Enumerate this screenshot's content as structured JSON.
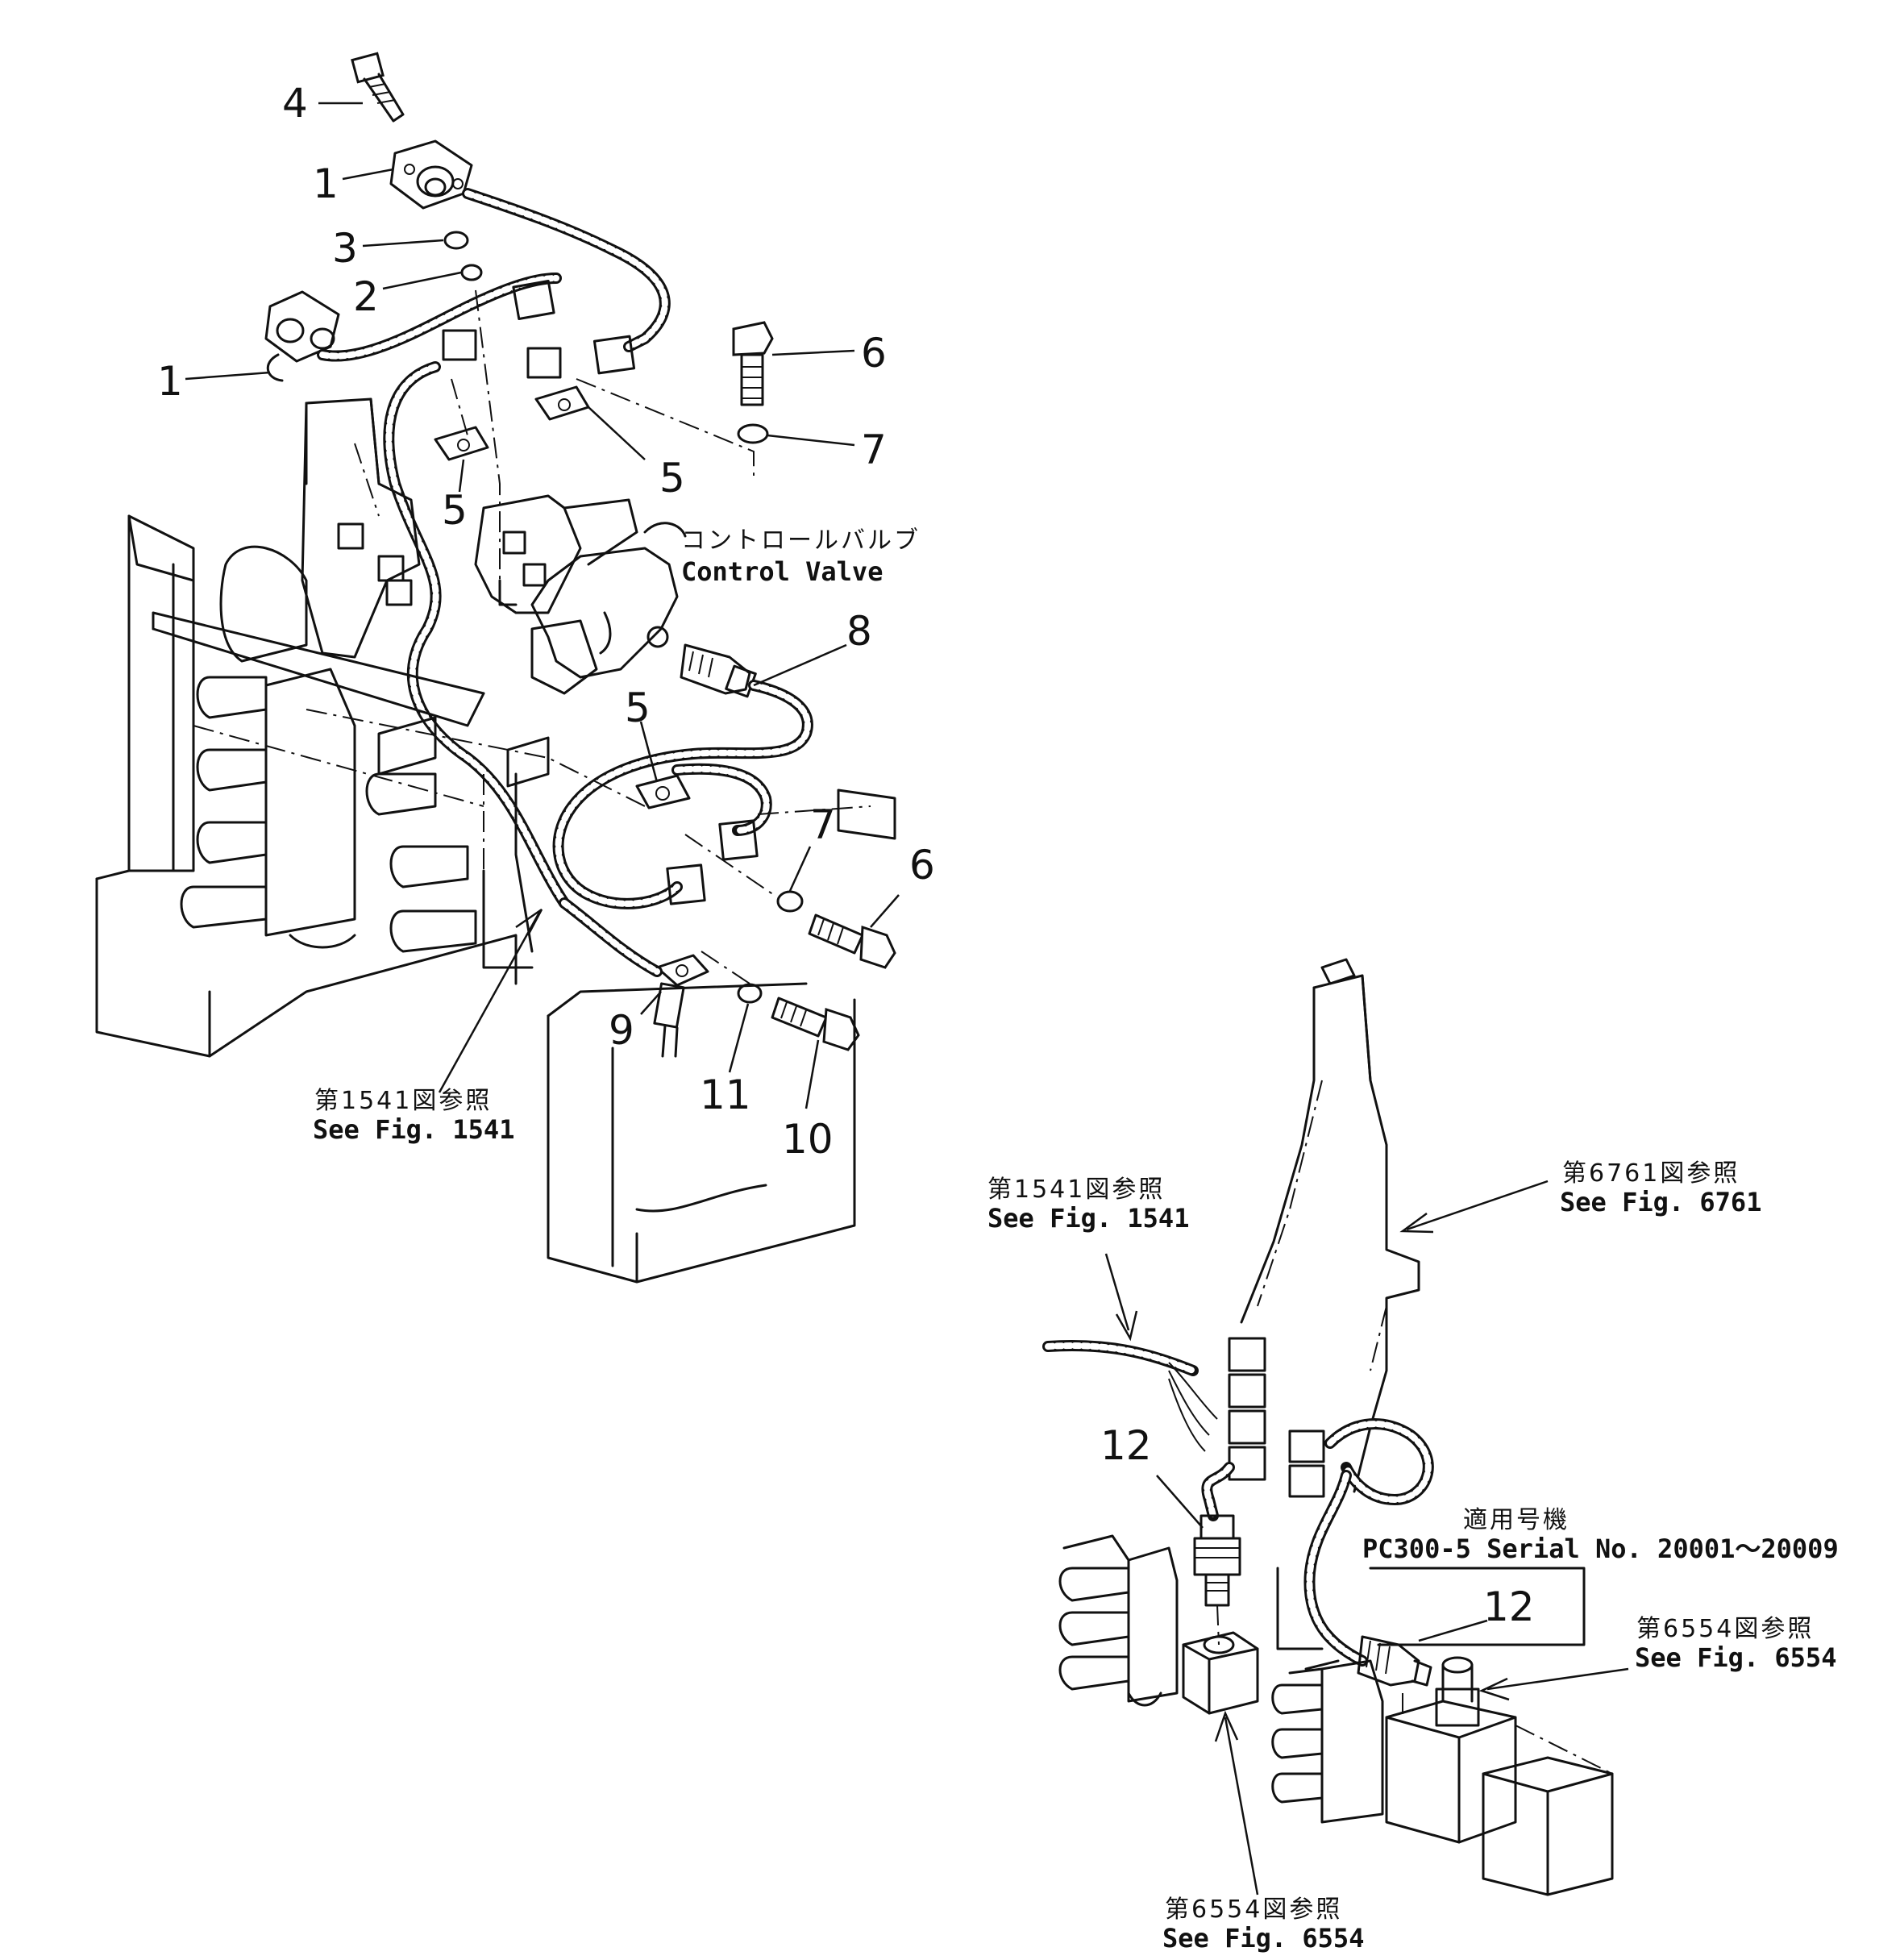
{
  "callouts": {
    "c4": "4",
    "c1a": "1",
    "c3": "3",
    "c2": "2",
    "c1b": "1",
    "c6a": "6",
    "c7a": "7",
    "c5a": "5",
    "c5b": "5",
    "c8": "8",
    "c5c": "5",
    "c7b": "7",
    "c6b": "6",
    "c9": "9",
    "c11": "11",
    "c10": "10",
    "c12a": "12",
    "c12b": "12"
  },
  "labels": {
    "control_valve_jp": "コントロールバルブ",
    "control_valve_en": "Control  Valve",
    "fig1541_left_jp": "第1541図参照",
    "fig1541_left_en": "See  Fig.  1541",
    "fig1541_right_jp": "第1541図参照",
    "fig1541_right_en": "See  Fig.  1541",
    "fig6761_jp": "第6761図参照",
    "fig6761_en": "See  Fig.  6761",
    "serial_jp": "適用号機",
    "serial_en": "PC300-5  Serial  No.  20001～20009",
    "fig6554_right_jp": "第6554図参照",
    "fig6554_right_en": "See  Fig.  6554",
    "fig6554_bottom_jp": "第6554図参照",
    "fig6554_bottom_en": "See  Fig.  6554"
  }
}
